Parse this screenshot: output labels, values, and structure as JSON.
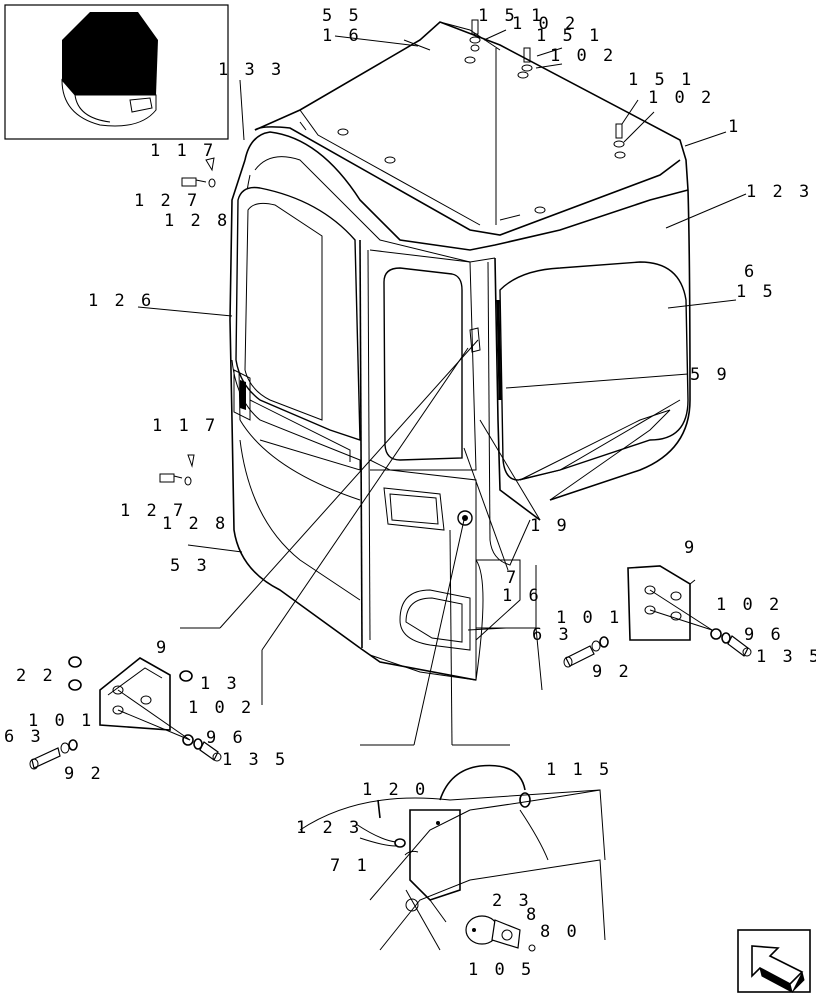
{
  "callouts": [
    {
      "id": "c55",
      "text": "5 5"
    },
    {
      "id": "c16a",
      "text": "1 6"
    },
    {
      "id": "c151a",
      "text": "1 5 1"
    },
    {
      "id": "c102a",
      "text": "1 0 2"
    },
    {
      "id": "c151b",
      "text": "1 5 1"
    },
    {
      "id": "c102b",
      "text": "1 0 2"
    },
    {
      "id": "c133",
      "text": "1 3 3"
    },
    {
      "id": "c151c",
      "text": "1 5 1"
    },
    {
      "id": "c102c",
      "text": "1 0 2"
    },
    {
      "id": "c1",
      "text": "1"
    },
    {
      "id": "c117a",
      "text": "1 1 7"
    },
    {
      "id": "c127a",
      "text": "1 2 7"
    },
    {
      "id": "c128a",
      "text": "1 2 8"
    },
    {
      "id": "c123a",
      "text": "1 2 3"
    },
    {
      "id": "c6",
      "text": "6"
    },
    {
      "id": "c15",
      "text": "1 5"
    },
    {
      "id": "c126",
      "text": "1 2 6"
    },
    {
      "id": "c59",
      "text": "5 9"
    },
    {
      "id": "c117b",
      "text": "1 1 7"
    },
    {
      "id": "c127b",
      "text": "1 2 7"
    },
    {
      "id": "c128b",
      "text": "1 2 8"
    },
    {
      "id": "c19",
      "text": "1 9"
    },
    {
      "id": "c53",
      "text": "5 3"
    },
    {
      "id": "c7",
      "text": "7"
    },
    {
      "id": "c16b",
      "text": "1 6"
    },
    {
      "id": "c9a",
      "text": "9"
    },
    {
      "id": "c101a",
      "text": "1 0 1"
    },
    {
      "id": "c102d",
      "text": "1 0 2"
    },
    {
      "id": "c63a",
      "text": "6 3"
    },
    {
      "id": "c96a",
      "text": "9 6"
    },
    {
      "id": "c92a",
      "text": "9 2"
    },
    {
      "id": "c135a",
      "text": "1 3 5"
    },
    {
      "id": "c9b",
      "text": "9"
    },
    {
      "id": "c22",
      "text": "2 2"
    },
    {
      "id": "c13",
      "text": "1 3"
    },
    {
      "id": "c101b",
      "text": "1 0 1"
    },
    {
      "id": "c102e",
      "text": "1 0 2"
    },
    {
      "id": "c63b",
      "text": "6 3"
    },
    {
      "id": "c96b",
      "text": "9 6"
    },
    {
      "id": "c92b",
      "text": "9 2"
    },
    {
      "id": "c135b",
      "text": "1 3 5"
    },
    {
      "id": "c120",
      "text": "1 2 0"
    },
    {
      "id": "c115",
      "text": "1 1 5"
    },
    {
      "id": "c123b",
      "text": "1 2 3"
    },
    {
      "id": "c71",
      "text": "7 1"
    },
    {
      "id": "c23",
      "text": "2 3"
    },
    {
      "id": "c8",
      "text": "8"
    },
    {
      "id": "c80",
      "text": "8 0"
    },
    {
      "id": "c105",
      "text": "1 0 5"
    }
  ],
  "icons": {
    "thumbnail": "cab-thumbnail-icon",
    "navigation": "next-page-arrow-icon"
  }
}
